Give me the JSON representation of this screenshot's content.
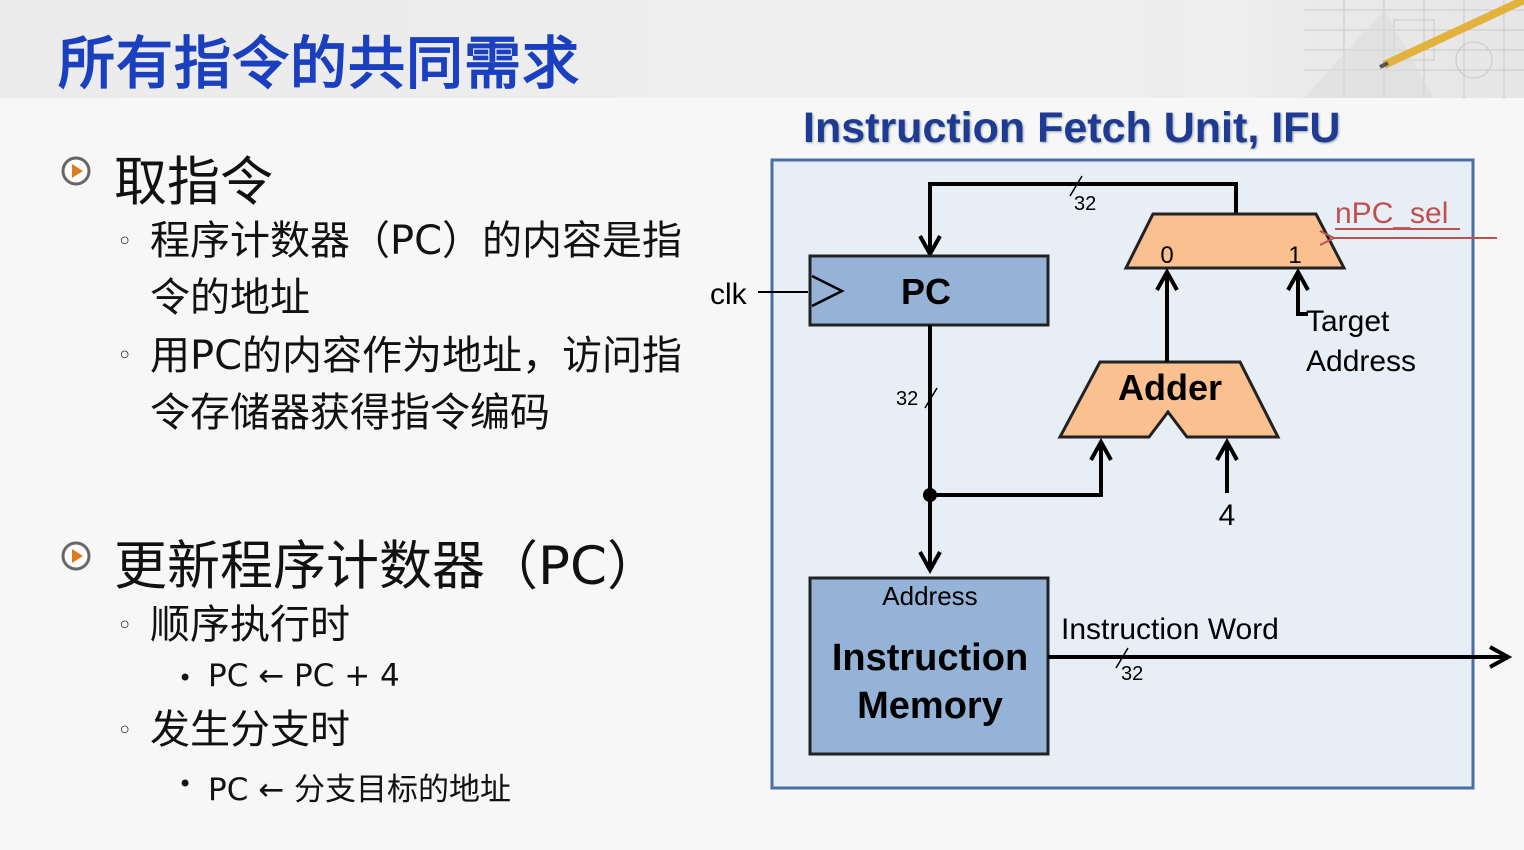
{
  "title": "所有指令的共同需求",
  "sections": [
    {
      "heading": "取指令",
      "items": [
        {
          "lines": [
            "程序计数器（PC）的内容是指",
            "令的地址"
          ]
        },
        {
          "lines": [
            "用PC的内容作为地址，访问指",
            "令存储器获得指令编码"
          ]
        }
      ]
    },
    {
      "heading": "更新程序计数器（PC）",
      "items": [
        {
          "text": "顺序执行时",
          "sub": "PC ← PC + 4"
        },
        {
          "text": "发生分支时",
          "sub": "PC ← 分支目标的地址"
        }
      ]
    }
  ],
  "diagram": {
    "title": "Instruction Fetch Unit, IFU",
    "pc_label": "PC",
    "clk_label": "clk",
    "width_label_top": "32",
    "width_label_pc": "32",
    "width_label_out": "32",
    "mux_in0": "0",
    "mux_in1": "1",
    "mux_select": "nPC_sel",
    "target_line1": "Target",
    "target_line2": "Address",
    "adder_label": "Adder",
    "adder_const": "4",
    "mem_address_label": "Address",
    "mem_label_line1": "Instruction",
    "mem_label_line2": "Memory",
    "output_label": "Instruction Word",
    "colors": {
      "title": "#1a3fbf",
      "diagram_title": "#1f3a93",
      "pc_fill": "#95b3d7",
      "mem_fill": "#95b3d7",
      "mux_fill": "#fac090",
      "adder_fill": "#fac090",
      "panel_fill": "#e8eef6",
      "panel_border": "#4a6fa5",
      "select_color": "#c0504d"
    }
  }
}
